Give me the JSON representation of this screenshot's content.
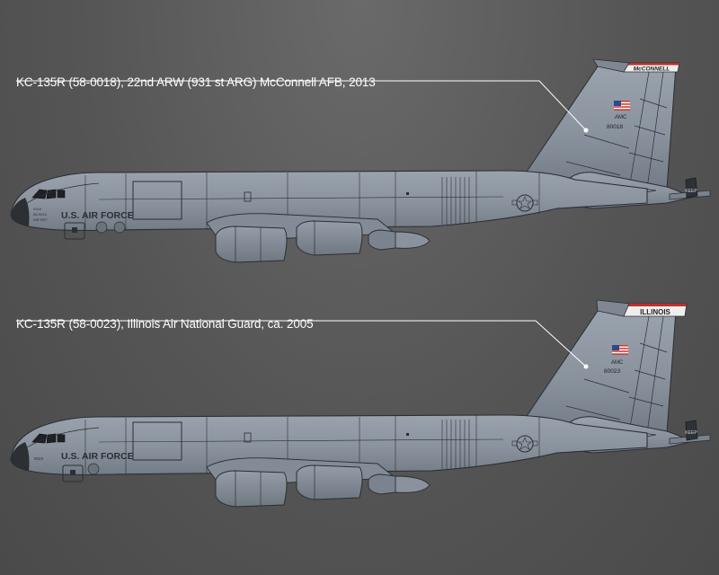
{
  "profiles": [
    {
      "caption": "KC-135R (58-0018), 22nd ARW (931 st ARG) McConnell AFB, 2013",
      "fuselage_text": "U.S. AIR FORCE",
      "tail_band_text": "McCONNELL",
      "tail_unit_text": "AMC",
      "tail_serial_text": "80018",
      "band_color": "#c0302a",
      "nose_stencil_lines": [
        "0018",
        "58-0018",
        "AIR REF"
      ]
    },
    {
      "caption": "KC-135R (58-0023), Illinois Air National Guard, ca. 2005",
      "fuselage_text": "U.S. AIR FORCE",
      "tail_band_text": "ILLINOIS",
      "tail_unit_text": "AMC",
      "tail_serial_text": "80023",
      "band_color": "#c0302a",
      "nose_stencil_lines": [
        "0023"
      ]
    }
  ],
  "colors": {
    "background": "#555555",
    "airframe": "#8a939d",
    "panel_line": "#2a2e33",
    "radome": "#2c2f33",
    "caption_text": "#ffffff"
  }
}
